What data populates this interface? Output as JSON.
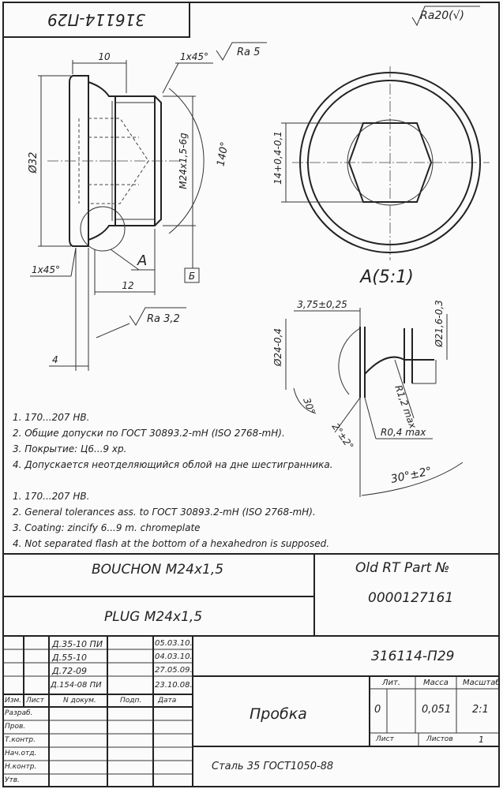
{
  "stamp_corner": "316114-П29",
  "roughness_general": "Ra20(√)",
  "dims": {
    "length_10": "10",
    "chamfer_top": "1x45°",
    "ra5": "Ra 5",
    "diameter_32": "Ø32",
    "thread": "M24x1,5-6g",
    "angle_140": "140°",
    "across_flats": "14+0,4-0,1",
    "detail_A": "A",
    "base_B": "Б",
    "chamfer_bottom": "1x45°",
    "length_12": "12",
    "ra32": "Ra 3,2",
    "dim_4": "4",
    "detail_title": "A(5:1)",
    "dim_375": "3,75±0,25",
    "d24": "Ø24-0,4",
    "d216": "Ø21,6-0,3",
    "r12": "R1,2 max",
    "ang30": "30°",
    "ang2": "2°±2°",
    "r04": "R0,4 max",
    "ang30pm2": "30°±2°"
  },
  "notes_ru": [
    "1. 170...207 HB.",
    "2. Общие допуски по ГОСТ 30893.2-mH (ISO 2768-mH).",
    "3. Покрытие: Ц6...9 хр.",
    "4. Допускается неотделяющийся облой на дне шестигранника."
  ],
  "notes_en": [
    "1. 170...207 HB.",
    "2. General tolerances ass. to ГОСТ 30893.2-mH (ISO 2768-mH).",
    "3. Coating: zincify 6...9 m. chromeplate",
    "4. Not separated flash at the bottom of a hexahedron is supposed."
  ],
  "title_block": {
    "name_fr": "BOUCHON M24x1,5",
    "name_en": "PLUG M24x1,5",
    "old_part_label": "Old RT Part №",
    "old_part_number": "0000127161",
    "doc_number": "316114-П29",
    "name_ru": "Пробка",
    "material": "Сталь 35 ГОСТ1050-88",
    "revisions": [
      {
        "doc": "Д.35-10 ПИ",
        "date": "05.03.10."
      },
      {
        "doc": "Д.55-10",
        "date": "04.03.10."
      },
      {
        "doc": "Д.72-09",
        "date": "27.05.09."
      },
      {
        "doc": "Д.154-08 ПИ",
        "date": "23.10.08."
      }
    ],
    "hdr_izm": "Изм.",
    "hdr_list": "Лист",
    "hdr_ndoc": "N докум.",
    "hdr_podp": "Подп.",
    "hdr_data": "Дата",
    "roles": [
      "Разраб.",
      "Пров.",
      "Т.контр.",
      "Нач.отд.",
      "Н.контр.",
      "Утв."
    ],
    "lit_label": "Лит.",
    "lit_value": "0",
    "mass_label": "Масса",
    "mass_value": "0,051",
    "scale_label": "Масштаб",
    "scale_value": "2:1",
    "sheet_label": "Лист",
    "sheets_label": "Листов",
    "sheets_value": "1"
  }
}
